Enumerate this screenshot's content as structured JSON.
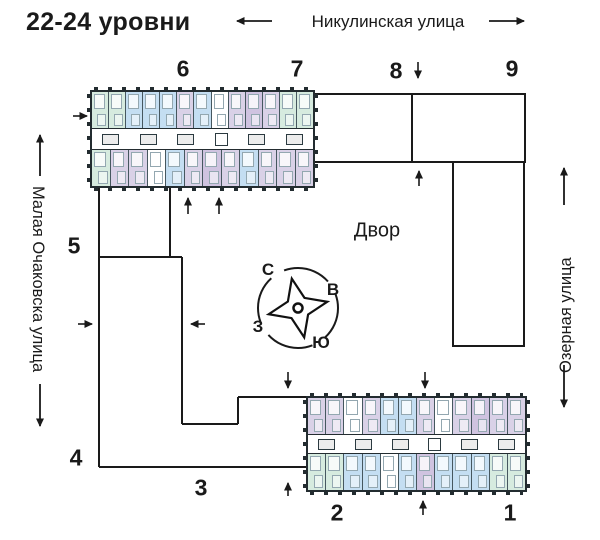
{
  "title": "22-24 уровни",
  "streets": {
    "top": "Никулинская улица",
    "left": "Малая Очаковска улица",
    "right": "Озерная улица"
  },
  "courtyard_label": "Двор",
  "compass": {
    "north": "С",
    "east": "В",
    "south": "Ю",
    "west": "З"
  },
  "buildings": {
    "b1": "1",
    "b2": "2",
    "b3": "3",
    "b4": "4",
    "b5": "5",
    "b6": "6",
    "b7": "7",
    "b8": "8",
    "b9": "9"
  },
  "palette": {
    "green": "#d6ebdf",
    "blue": "#c4def2",
    "lavender": "#d9d1e7",
    "violet": "#cfc3e0",
    "white": "#ffffff",
    "wall": "#232c30",
    "line": "#1a1a1a"
  },
  "blocks": {
    "top_left": {
      "top_units": [
        "green",
        "green",
        "blue",
        "blue",
        "blue",
        "lavender",
        "blue",
        "white",
        "lavender",
        "violet",
        "lavender",
        "green",
        "green"
      ],
      "bottom_units": [
        "green",
        "lavender",
        "lavender",
        "white",
        "blue",
        "lavender",
        "violet",
        "lavender",
        "blue",
        "lavender",
        "lavender",
        "lavender"
      ]
    },
    "bottom_right": {
      "top_units": [
        "lavender",
        "lavender",
        "white",
        "lavender",
        "blue",
        "blue",
        "lavender",
        "white",
        "lavender",
        "violet",
        "lavender",
        "lavender"
      ],
      "bottom_units": [
        "green",
        "green",
        "blue",
        "blue",
        "white",
        "blue",
        "violet",
        "blue",
        "blue",
        "blue",
        "green",
        "green"
      ]
    }
  }
}
